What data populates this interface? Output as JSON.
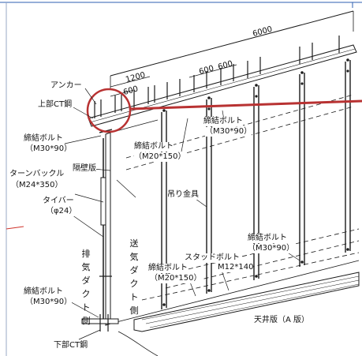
{
  "labels": {
    "anchor": "アンカー",
    "upper_ct": "上部CT鋼",
    "bolt_left_top": "締結ボルト",
    "bolt_left_top_spec": "（M30*90）",
    "bolt_center": "締結ボルト",
    "bolt_center_spec": "（M20*150）",
    "bolt_right_top": "締結ボルト",
    "bolt_right_top_spec": "（M30*90）",
    "partition": "隔壁版",
    "turnbuckle": "ターンバックル",
    "turnbuckle_spec": "（M24*350）",
    "tie_bar": "タイバー",
    "tie_bar_spec": "（φ24）",
    "hanger": "吊り金具",
    "exhaust_duct_side": "排気ダクト側",
    "supply_duct_side": "送気ダクト側",
    "bolt_right_bottom": "締結ボルト",
    "bolt_right_bottom_spec": "（M30*90）",
    "stud_bolt": "スタッドボルト",
    "stud_bolt_spec": "M12*140",
    "bolt_bottom_center": "締結ボルト",
    "bolt_bottom_center_spec": "（M20*150）",
    "bolt_left_bottom": "締結ボルト",
    "bolt_left_bottom_spec": "（M30*90）",
    "ceiling_slab": "天井版（A 版）",
    "lower_ct": "下部CT鋼"
  },
  "dimensions": {
    "total": "6000",
    "d1200": "1200",
    "d600a": "600",
    "d600b": "600",
    "d600c": "600"
  },
  "colors": {
    "line": "#1a1a1a",
    "highlight": "#b83232",
    "accent_left": "#d0342c",
    "frame_blue": "#2d5fb0"
  }
}
